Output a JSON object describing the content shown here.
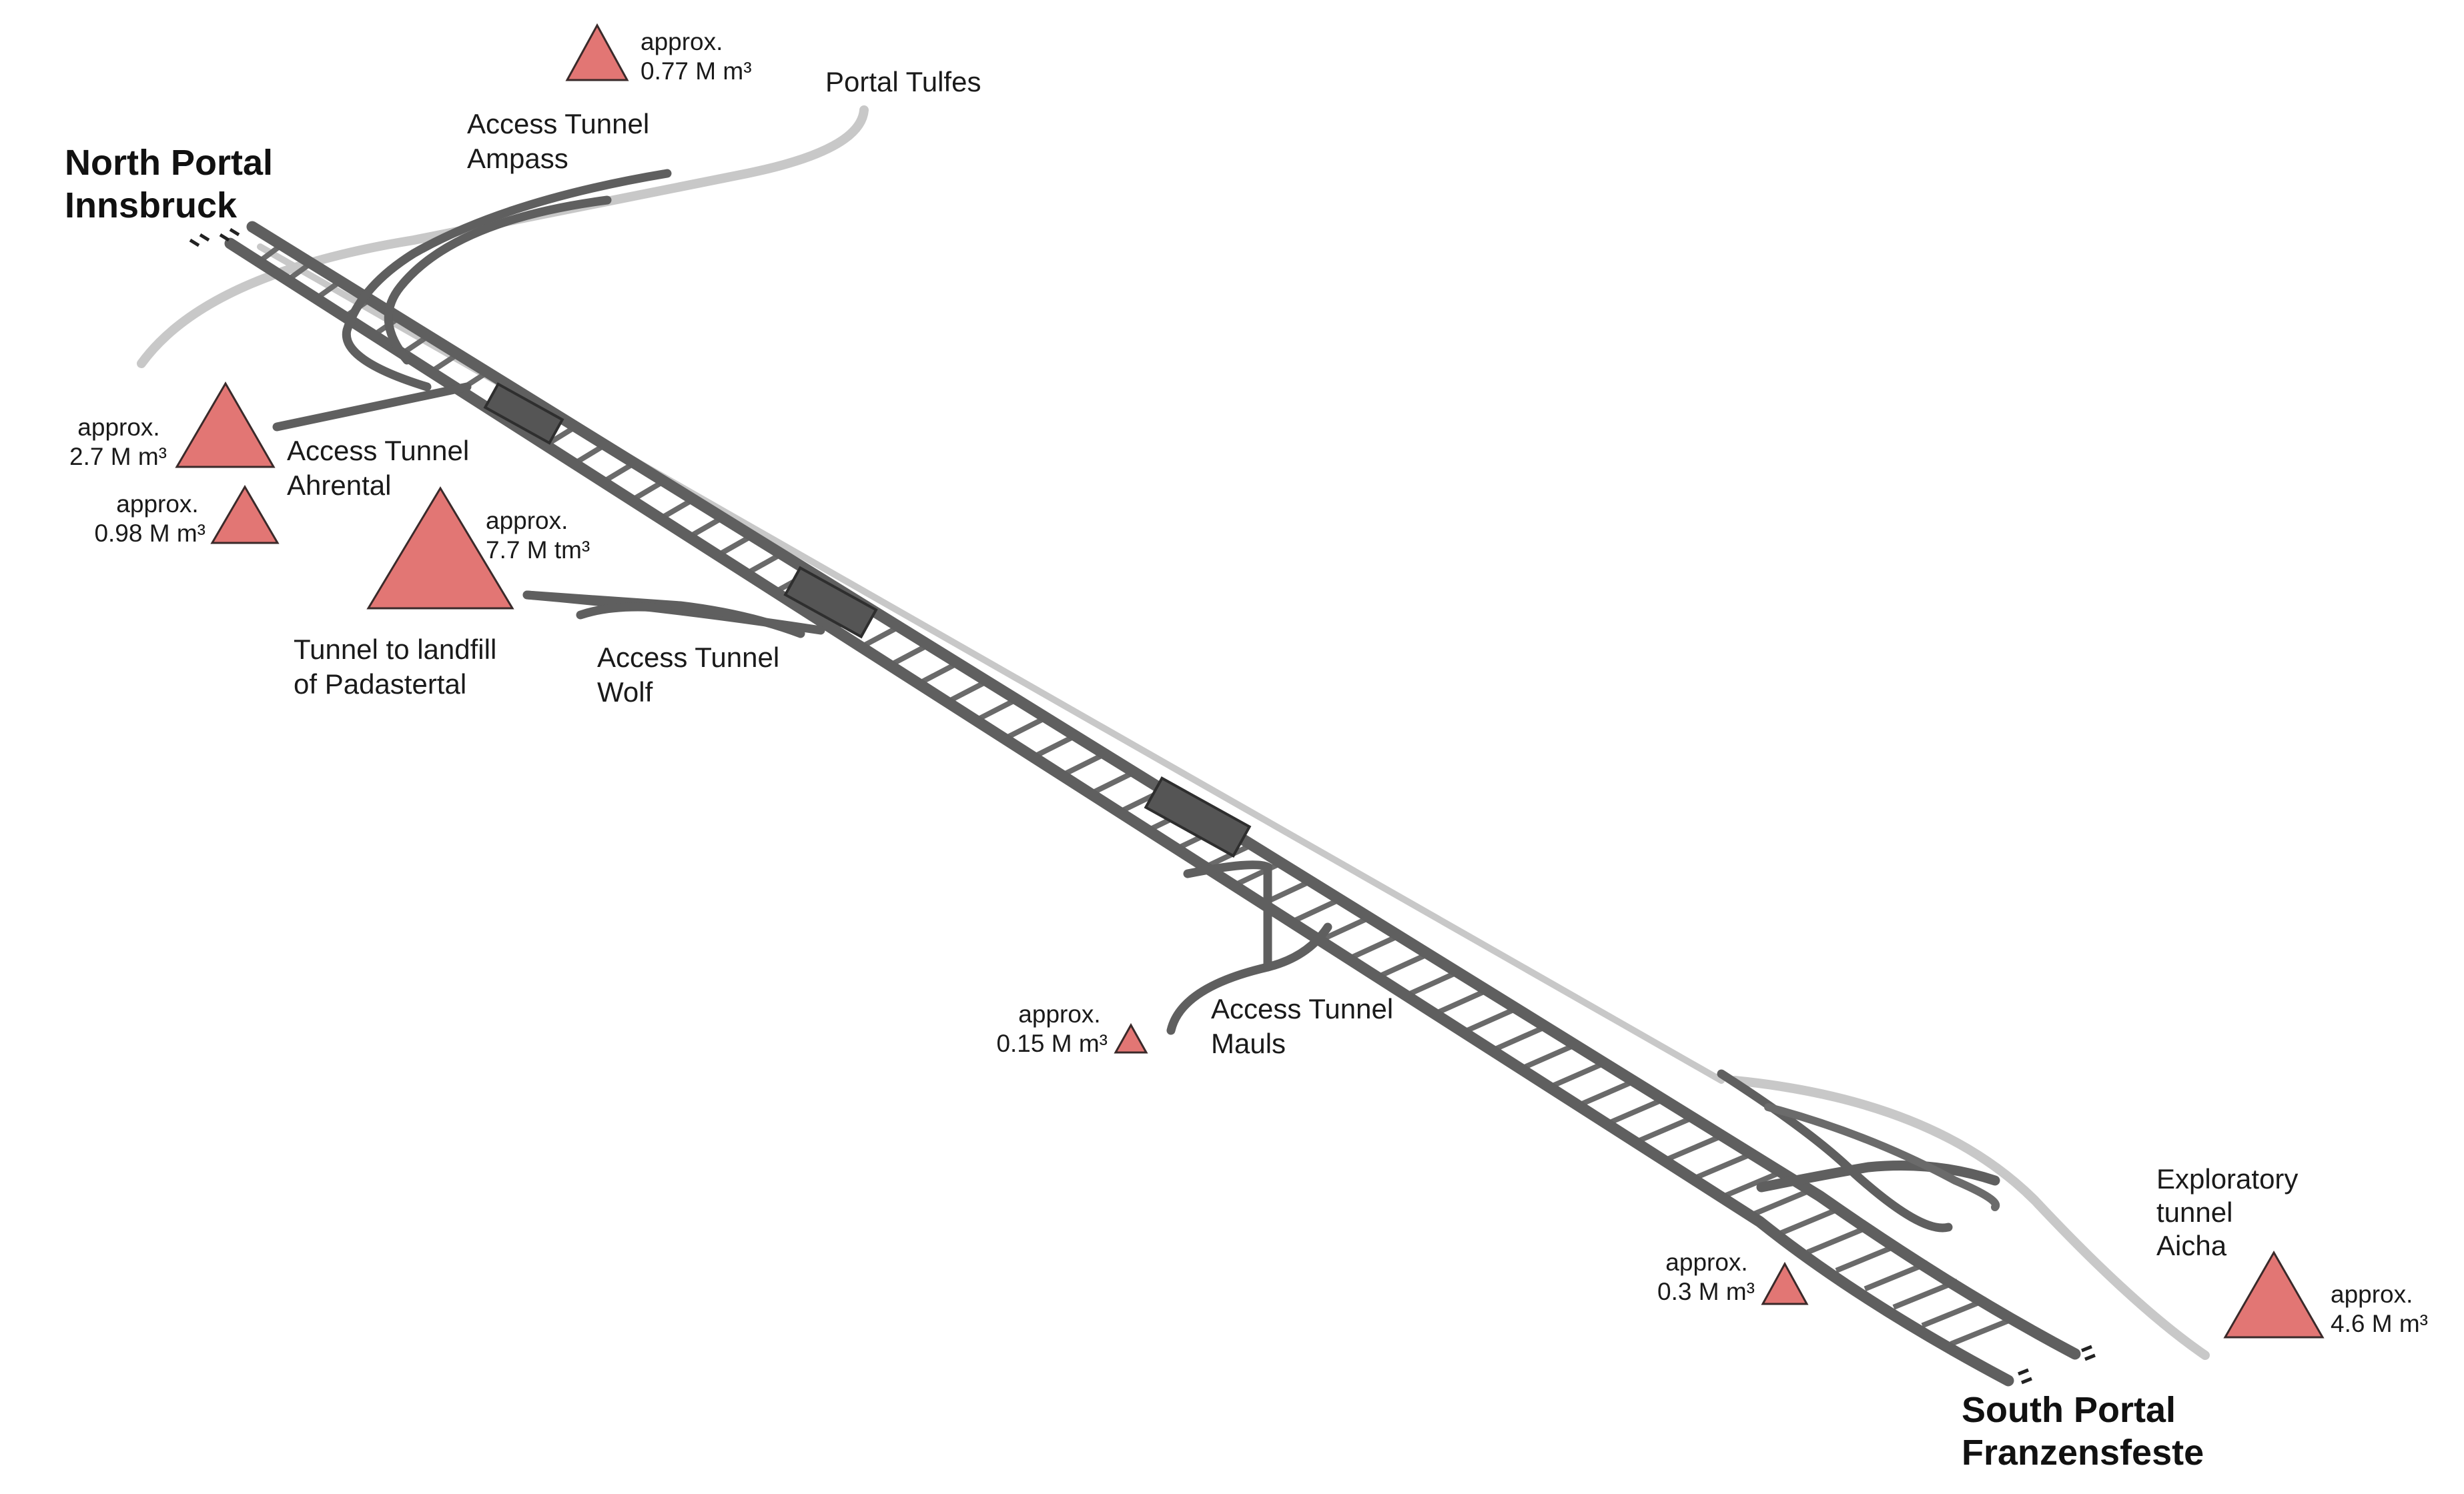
{
  "colors": {
    "background": "#ffffff",
    "tunnel_dark": "#5f5f5f",
    "tunnel_edge": "#3c3c3c",
    "tunnel_light": "#c8c8c8",
    "marker_fill": "#e27674",
    "marker_stroke": "#3a2a2a"
  },
  "portals": {
    "north": [
      "North Portal",
      "Innsbruck"
    ],
    "south": [
      "South Portal",
      "Franzensfeste"
    ]
  },
  "labels": {
    "portal_tulfes": [
      "Portal Tulfes"
    ],
    "access_ampass": [
      "Access Tunnel",
      "Ampass"
    ],
    "access_ahrental": [
      "Access Tunnel",
      "Ahrental"
    ],
    "landfill_padastertal": [
      "Tunnel to landfill",
      "of Padastertal"
    ],
    "access_wolf": [
      "Access Tunnel",
      "Wolf"
    ],
    "access_mauls": [
      "Access Tunnel",
      "Mauls"
    ],
    "exploratory_aicha": [
      "Exploratory",
      "tunnel",
      "Aicha"
    ]
  },
  "volumes": {
    "ampass": [
      "approx.",
      "0.77 M m³"
    ],
    "ahrental": [
      "approx.",
      "2.7 M m³"
    ],
    "ahrental_2": [
      "approx.",
      "0.98 M m³"
    ],
    "padastertal": [
      "approx.",
      "7.7 M tm³"
    ],
    "mauls": [
      "approx.",
      "0.15 M m³"
    ],
    "south": [
      "approx.",
      "0.3 M m³"
    ],
    "aicha": [
      "approx.",
      "4.6 M m³"
    ]
  },
  "icons": [
    "volume-triangle-marker",
    "tunnel-ladder",
    "portal-hatch-marks"
  ]
}
